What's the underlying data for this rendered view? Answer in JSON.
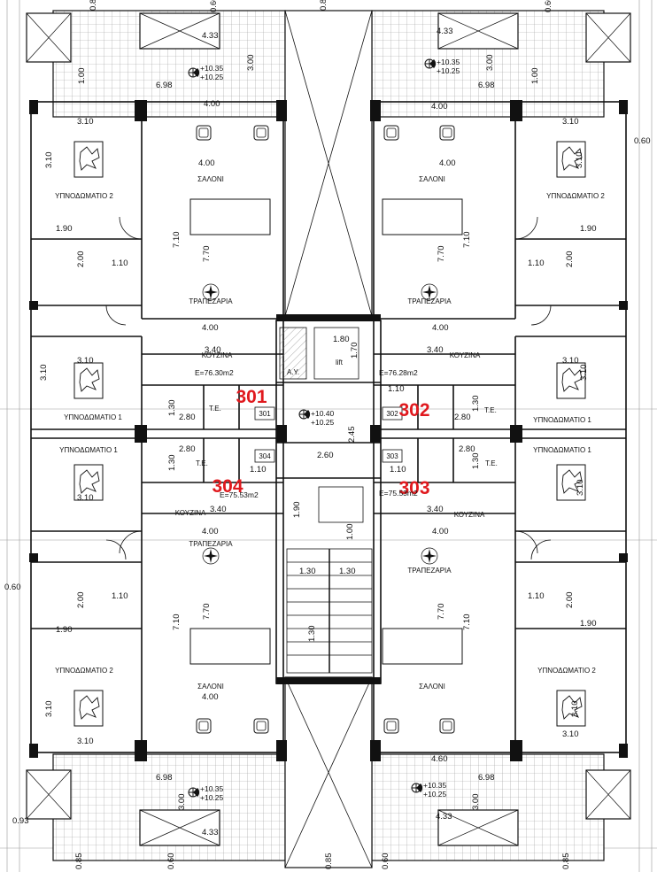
{
  "units": [
    {
      "id": "unit-301",
      "label": "301",
      "area": "E=76.30m2"
    },
    {
      "id": "unit-302",
      "label": "302",
      "area": "E=76.28m2"
    },
    {
      "id": "unit-303",
      "label": "303",
      "area": "E=75.53m2"
    },
    {
      "id": "unit-304",
      "label": "304",
      "area": "E=75.53m2"
    }
  ],
  "rooms": {
    "living": "ΣΑΛΟΝΙ",
    "dining": "ΤΡΑΠΕΖΑΡΙΑ",
    "kitchen": "ΚΟΥΖΙΝΑ",
    "bedroom1": "ΥΠΝΟΔΩΜΑΤΙΟ 1",
    "bedroom2": "ΥΠΝΟΔΩΜΑΤΙΟ 2",
    "lift": "lift",
    "storage": "Α.Υ.",
    "te": "Τ.Ε."
  },
  "levels": {
    "veranda_top": "+10.35",
    "veranda_bottom": "+10.25",
    "landing_top": "+10.40",
    "landing_bottom": "+10.25"
  },
  "door_tags": [
    "301",
    "302",
    "303",
    "304"
  ],
  "dimensions": {
    "d433": "4.33",
    "d300": "3.00",
    "d698": "6.98",
    "d100": "1.00",
    "d400": "4.00",
    "d310": "3.10",
    "d710": "7.10",
    "d770": "7.70",
    "d190": "1.90",
    "d200": "2.00",
    "d110": "1.10",
    "d340": "3.40",
    "d180": "1.80",
    "d170": "1.70",
    "d130": "1.30",
    "d280": "2.80",
    "d245": "2.45",
    "d260": "2.60",
    "d060": "0.60",
    "d085": "0.85",
    "d093": "0.93",
    "d460": "4.60"
  }
}
